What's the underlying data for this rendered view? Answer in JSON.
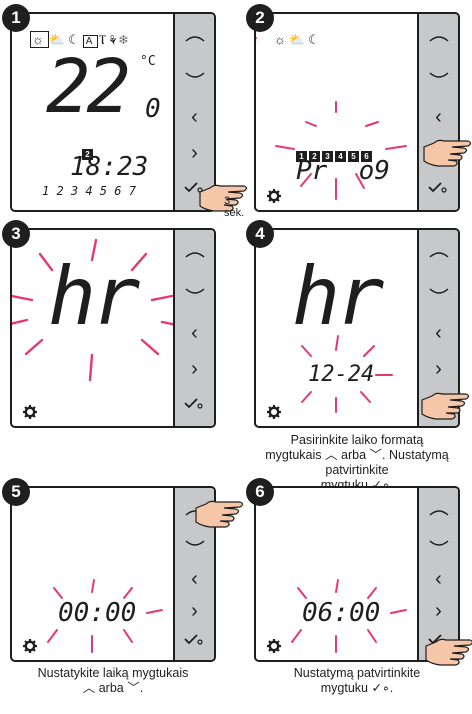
{
  "steps": [
    {
      "n": "1",
      "time": "18:23",
      "temp_int": "22",
      "temp_dec": "0",
      "unit": "°C",
      "prog_badge": "2",
      "days": "1 2 3 4 5 6 7",
      "hold_label": "3 sek."
    },
    {
      "n": "2",
      "prog_text": "Pr  o9",
      "prog_numbers": [
        "1",
        "2",
        "3",
        "4",
        "5",
        "6"
      ]
    },
    {
      "n": "3",
      "hr_text": "hr"
    },
    {
      "n": "4",
      "hr_text": "hr",
      "format": "12-24",
      "caption": [
        "Pasirinkite laiko formatą",
        "mygtukais",
        "arba",
        ". Nustatymą patvirtinkite",
        "mygtuku",
        "."
      ]
    },
    {
      "n": "5",
      "time": "00:00",
      "caption": [
        "Nustatykite laiką mygtukais",
        "arba",
        "."
      ]
    },
    {
      "n": "6",
      "time": "06:00",
      "caption": [
        "Nustatymą patvirtinkite",
        "mygtuku",
        "."
      ]
    }
  ],
  "colors": {
    "flash": "#e6386e",
    "keys": "#c7c8ca",
    "ink": "#1e1e1e",
    "hand": "#f6c6a9"
  },
  "icons": [
    "sun-icon",
    "cloud-sun-icon",
    "moon-icon",
    "auto-icon",
    "glass-icon",
    "party-icon",
    "snowflake-icon",
    "gear-icon",
    "hand-icon",
    "check-circle-icon"
  ]
}
